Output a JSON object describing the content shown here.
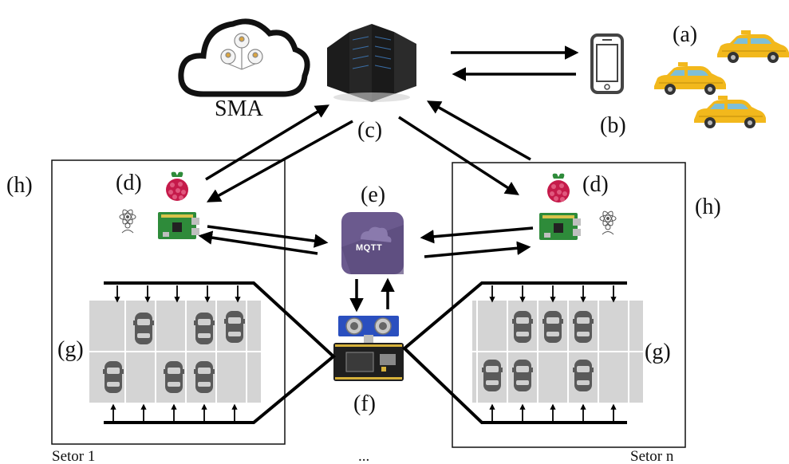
{
  "labels": {
    "a": "(a)",
    "b": "(b)",
    "c": "(c)",
    "d_left": "(d)",
    "d_right": "(d)",
    "e": "(e)",
    "f": "(f)",
    "g_left": "(g)",
    "g_right": "(g)",
    "h_left": "(h)",
    "h_right": "(h)"
  },
  "cloud": {
    "label": "SMA"
  },
  "mqtt": {
    "text": "MQTT"
  },
  "sectors": {
    "first": "Setor 1",
    "last": "Setor n",
    "ellipsis": "..."
  },
  "colors": {
    "taxi": "#f2b81c",
    "mqtt_bg": "#6b5a8e",
    "raspberry": "#c51a4a",
    "board": "#2e8b3a",
    "sensor": "#2a4fbf",
    "parking_lot": "#d4d4d4",
    "car": "#5a5a5a"
  },
  "icons": [
    "cloud-icon",
    "server-icon",
    "smartphone-icon",
    "taxi-icon",
    "raspberry-pi-logo-icon",
    "raspberry-pi-board-icon",
    "agent-icon",
    "mqtt-icon",
    "ultrasonic-sensor-icon",
    "nodemcu-board-icon",
    "parking-car-icon"
  ]
}
